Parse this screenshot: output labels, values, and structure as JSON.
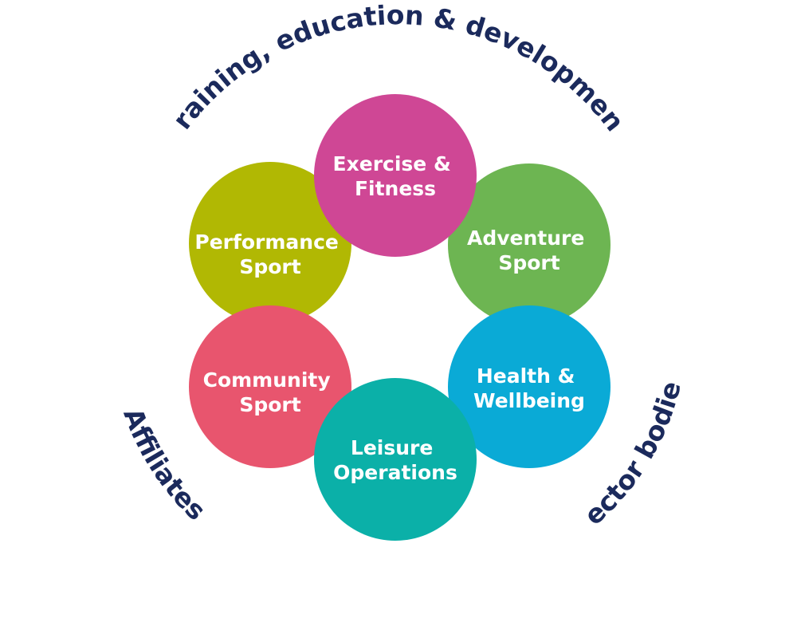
{
  "segments": [
    {
      "id": "exercise",
      "lines": [
        "Exercise &",
        "Fitness"
      ],
      "color": "#cf4795"
    },
    {
      "id": "adventure",
      "lines": [
        "Adventure",
        "Sport"
      ],
      "color": "#6db552"
    },
    {
      "id": "health",
      "lines": [
        "Health &",
        "Wellbeing"
      ],
      "color": "#0aaad6"
    },
    {
      "id": "leisure",
      "lines": [
        "Leisure",
        "Operations"
      ],
      "color": "#0bb0a8"
    },
    {
      "id": "community",
      "lines": [
        "Community",
        "Sport"
      ],
      "color": "#e8556e"
    },
    {
      "id": "performance",
      "lines": [
        "Performance",
        "Sport"
      ],
      "color": "#b1b803"
    }
  ],
  "outer_labels": {
    "top": "Training, education & development",
    "left": "Affiliates",
    "right": "Sector bodies"
  },
  "colors": {
    "outer_text": "#1b2a5c",
    "circle_text": "#ffffff"
  }
}
